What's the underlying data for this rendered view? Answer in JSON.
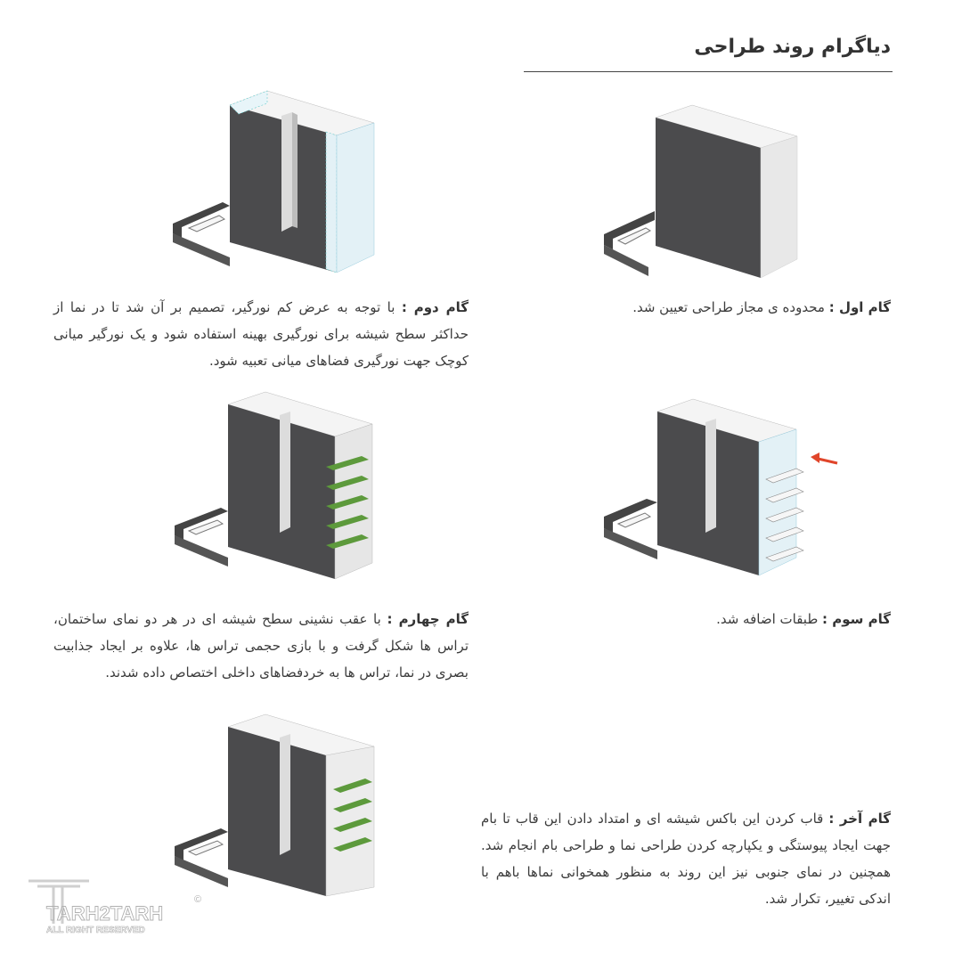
{
  "page": {
    "title": "دیاگرام روند طراحی"
  },
  "steps": [
    {
      "id": "step-1",
      "heading": "گام اول :",
      "body": "محدوده ی مجاز طراحی تعیین شد."
    },
    {
      "id": "step-2",
      "heading": "گام دوم :",
      "body": "با توجه به عرض کم نورگیر، تصمیم بر آن شد تا در نما از حداکثر سطح شیشه برای نورگیری بهینه استفاده شود و یک نورگیر میانی کوچک جهت نورگیری فضاهای میانی تعبیه شود."
    },
    {
      "id": "step-3",
      "heading": "گام سوم :",
      "body": "طبقات اضافه شد."
    },
    {
      "id": "step-4",
      "heading": "گام چهارم :",
      "body": "با عقب نشینی سطح شیشه ای در هر دو نمای ساختمان، تراس ها شکل گرفت و با بازی حجمی تراس ها، علاوه بر ایجاد جذابیت بصری در نما، تراس ها به خردفضاهای داخلی اختصاص داده شدند."
    },
    {
      "id": "step-5",
      "heading": "گام آخر :",
      "body": "قاب کردن این باکس شیشه ای و امتداد دادن این قاب تا بام جهت ایجاد پیوستگی و یکپارچه کردن طراحی نما و طراحی بام انجام شد. همچنین در نمای جنوبی نیز این روند به منظور همخوانی نماها باهم با اندکی تغییر، تکرار شد."
    }
  ],
  "watermark": {
    "brand": "TARH2TARH",
    "rights": "ALL RIGHT RESERVED",
    "symbol": "©"
  },
  "colors": {
    "dark_face": "#4b4b4d",
    "light_face": "#e8e8e8",
    "top_face": "#f4f4f4",
    "glass": "#e3f1f6",
    "terrace_green": "#5d9a3c",
    "arrow_red": "#e0452a"
  }
}
